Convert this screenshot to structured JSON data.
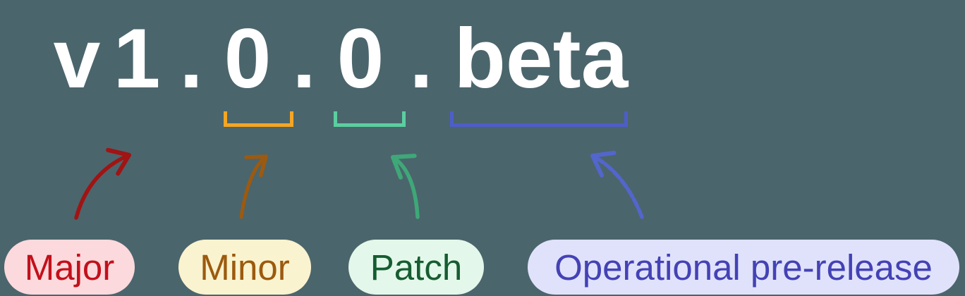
{
  "title": "Semantic versioning diagram",
  "background_color": "#4B656C",
  "version": {
    "full": "v 1 . 0 . 0 . beta",
    "segments": [
      "v",
      "1",
      ".",
      "0",
      ".",
      "0",
      ".",
      "beta"
    ],
    "text_color": "#FFFFFF"
  },
  "brackets": {
    "minor": {
      "under": "0",
      "color": "#F5A623"
    },
    "patch": {
      "under": "0",
      "color": "#5BCFA0"
    },
    "pre_release": {
      "under": "beta",
      "color": "#4D5EC8"
    }
  },
  "arrows": {
    "major": {
      "points_to": "1",
      "color": "#A01414",
      "style": "solid"
    },
    "minor": {
      "points_to": "0",
      "color": "#9C5A10",
      "style": "solid"
    },
    "patch": {
      "points_to": "0",
      "color": "#3EA878",
      "style": "solid"
    },
    "pre_release": {
      "points_to": "beta",
      "color": "#5266CC",
      "style": "sketch-dashed"
    }
  },
  "labels": {
    "major": {
      "text": "Major",
      "text_color": "#C2101B",
      "bg_color": "#FBD9DC"
    },
    "minor": {
      "text": "Minor",
      "text_color": "#9C5A0E",
      "bg_color": "#FAF3CF"
    },
    "patch": {
      "text": "Patch",
      "text_color": "#175C31",
      "bg_color": "#E3F8EA"
    },
    "pre_release": {
      "text": "Operational pre-release",
      "text_color": "#4442B5",
      "bg_color": "#E0E2FB"
    }
  }
}
